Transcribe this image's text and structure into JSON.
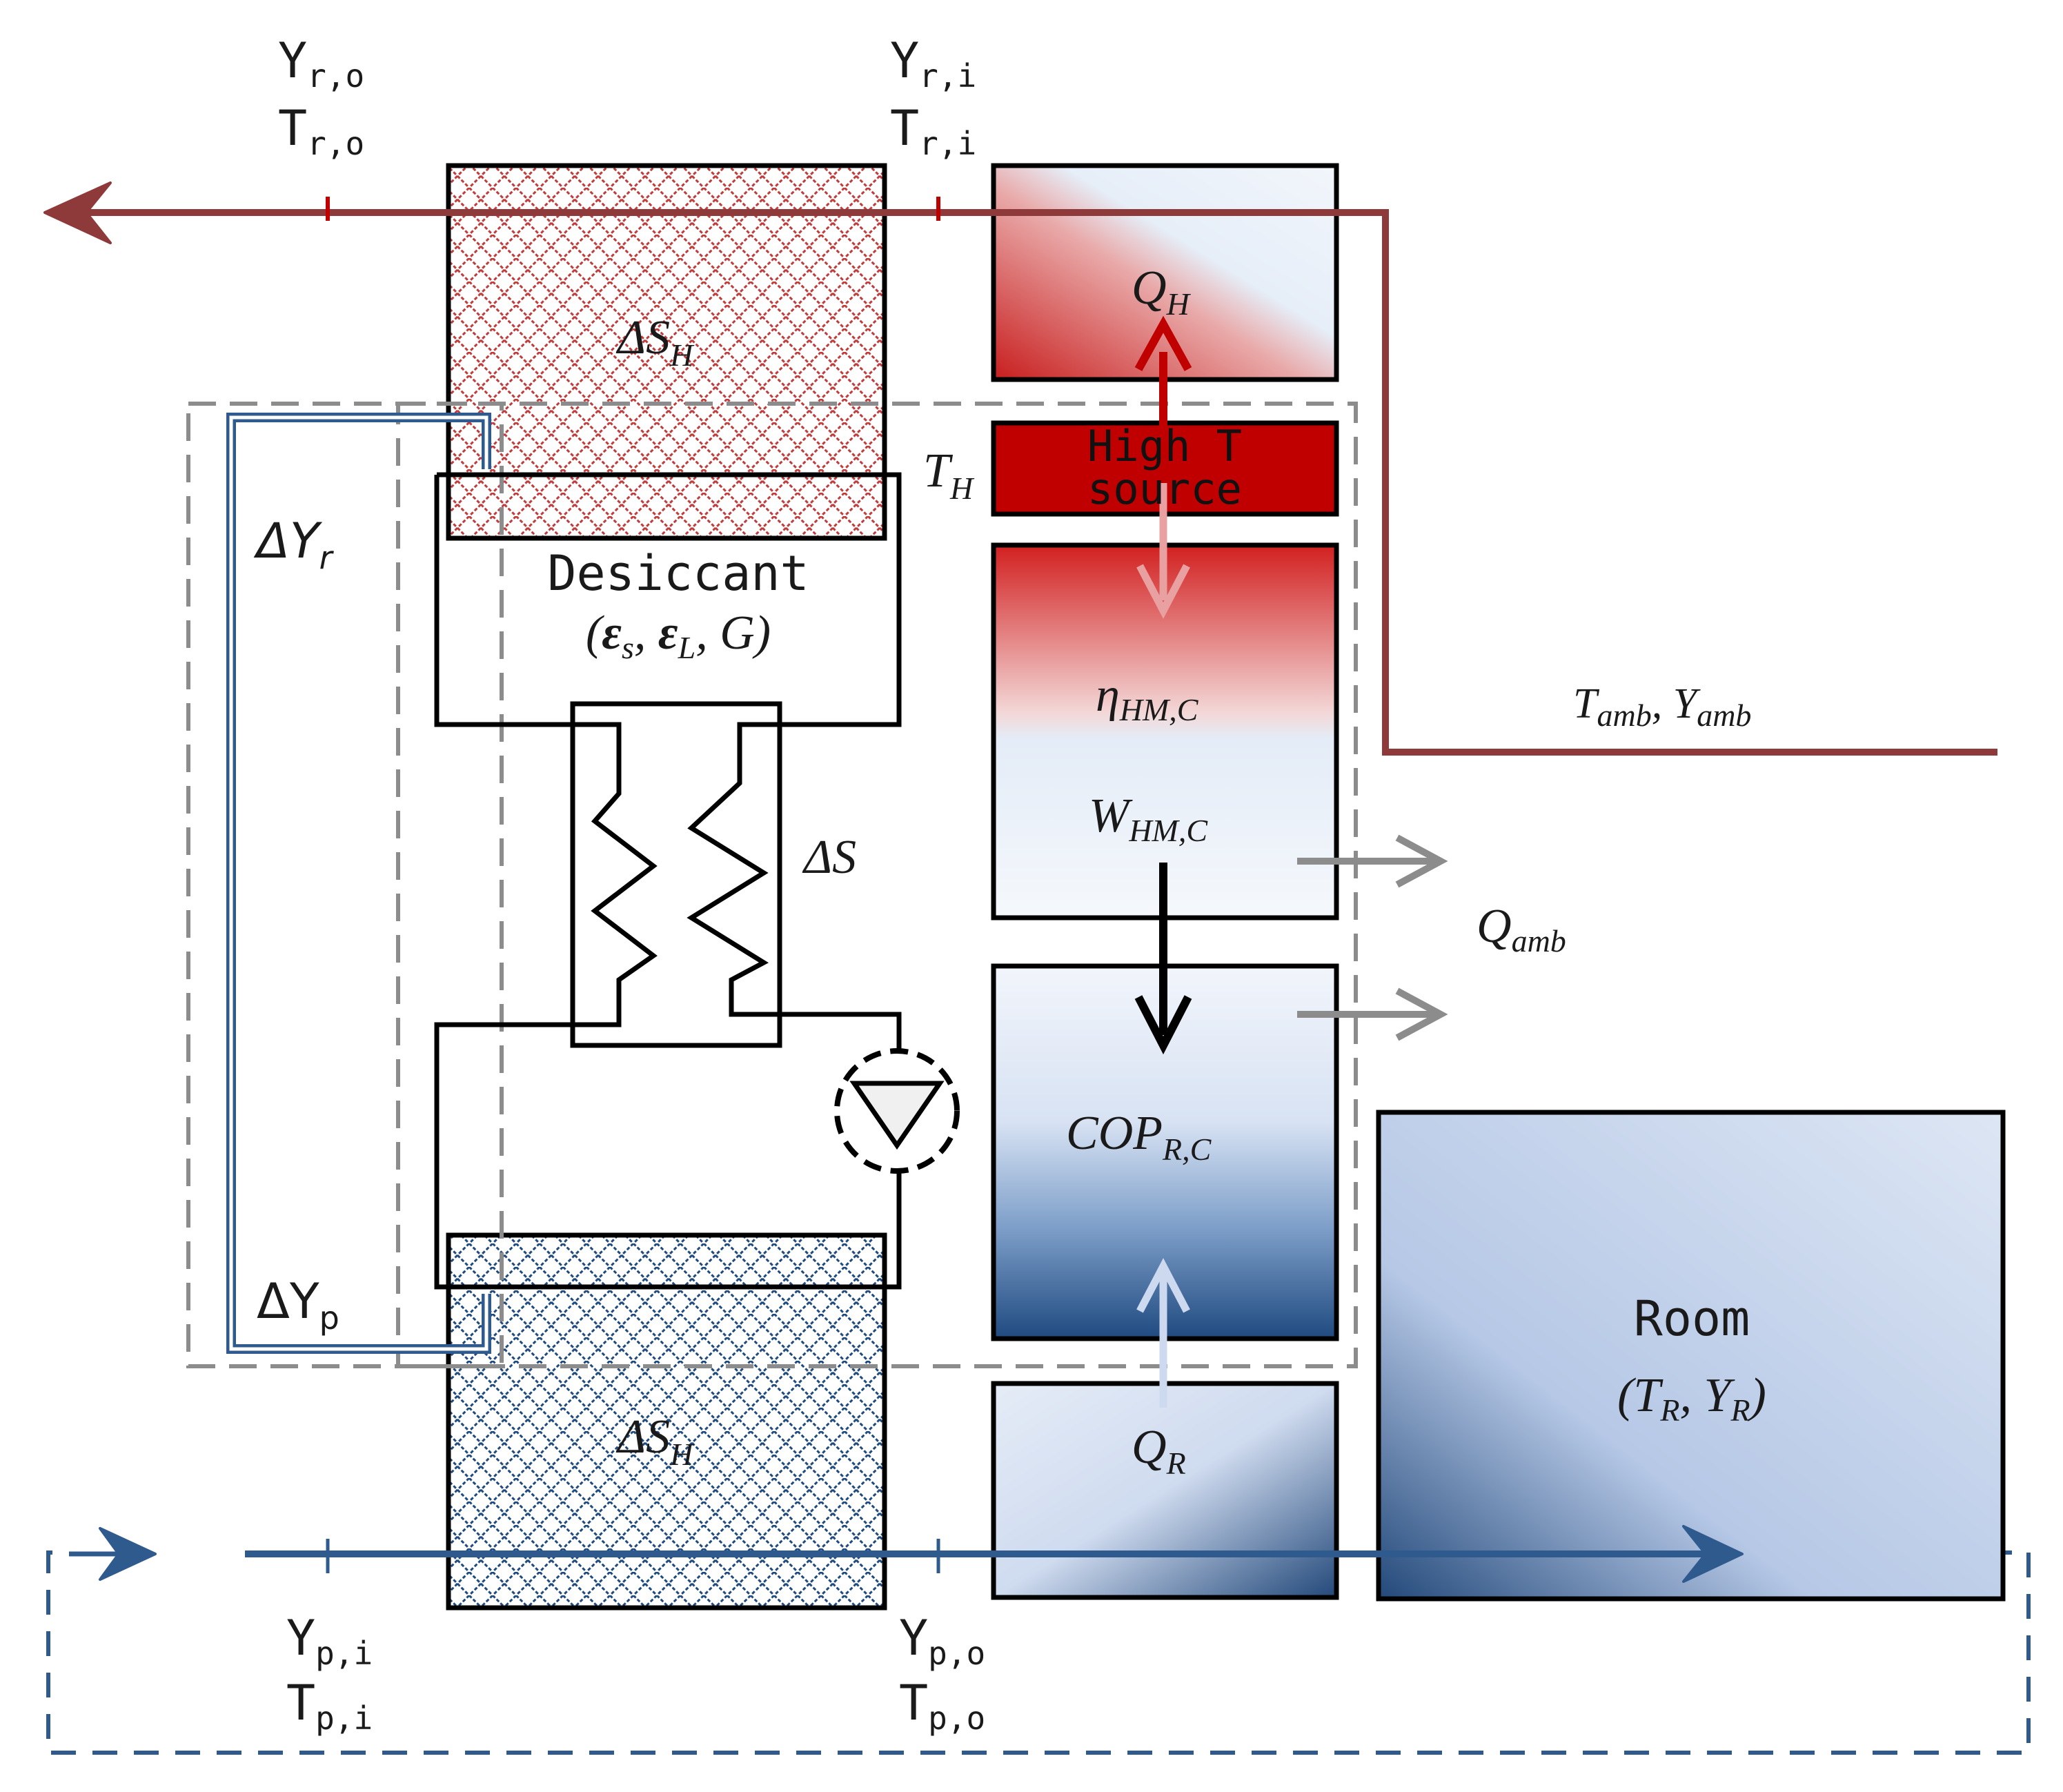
{
  "colors": {
    "regen_air": "#8e3a3a",
    "process_air": "#2f5a8e",
    "hot_red": "#c00000",
    "cold_blue": "#1f4a80",
    "dash_gray": "#8c8c8c",
    "black": "#000000"
  },
  "labels": {
    "Yro": {
      "base": "Y",
      "sub": "r,o"
    },
    "Tro": {
      "base": "T",
      "sub": "r,o"
    },
    "Yri": {
      "base": "Y",
      "sub": "r,i"
    },
    "Tri": {
      "base": "T",
      "sub": "r,i"
    },
    "dSH_top": {
      "base": "ΔS",
      "sub": "H"
    },
    "QH": {
      "base": "Q",
      "sub": "H"
    },
    "TH": {
      "base": "T",
      "sub": "H"
    },
    "high_t_line1": "High T",
    "high_t_line2": "source",
    "dYr": {
      "base": "ΔY",
      "sub": "r"
    },
    "desiccant": "Desiccant",
    "desiccant_params": {
      "open": "(",
      "eps_s": "ε",
      "eps_s_sub": "s",
      "sep1": ", ",
      "eps_L": "ε",
      "eps_L_sub": "L",
      "sep2": ", ",
      "G": "G",
      "close": ")"
    },
    "eta": {
      "base": "η",
      "sub": "HM,C"
    },
    "T_amb": {
      "base": "T",
      "sub": "amb"
    },
    "Y_amb": {
      "base": "Y",
      "sub": "amb"
    },
    "amb_sep": ", ",
    "W": {
      "base": "W",
      "sub": "HM,C"
    },
    "dS": "ΔS",
    "Q_amb": {
      "base": "Q",
      "sub": "amb"
    },
    "COP": {
      "base": "COP",
      "sub": "R,C"
    },
    "dYp": {
      "base": "ΔY",
      "sub": "p"
    },
    "room": "Room",
    "room_params": {
      "open": "(",
      "T": "T",
      "T_sub": "R",
      "sep": ", ",
      "Y": "Y",
      "Y_sub": "R",
      "close": ")"
    },
    "dSH_bottom": {
      "base": "ΔS",
      "sub": "H"
    },
    "QR": {
      "base": "Q",
      "sub": "R"
    },
    "Ypi": {
      "base": "Y",
      "sub": "p,i"
    },
    "Tpi": {
      "base": "T",
      "sub": "p,i"
    },
    "Ypo": {
      "base": "Y",
      "sub": "p,o"
    },
    "Tpo": {
      "base": "T",
      "sub": "p,o"
    }
  }
}
